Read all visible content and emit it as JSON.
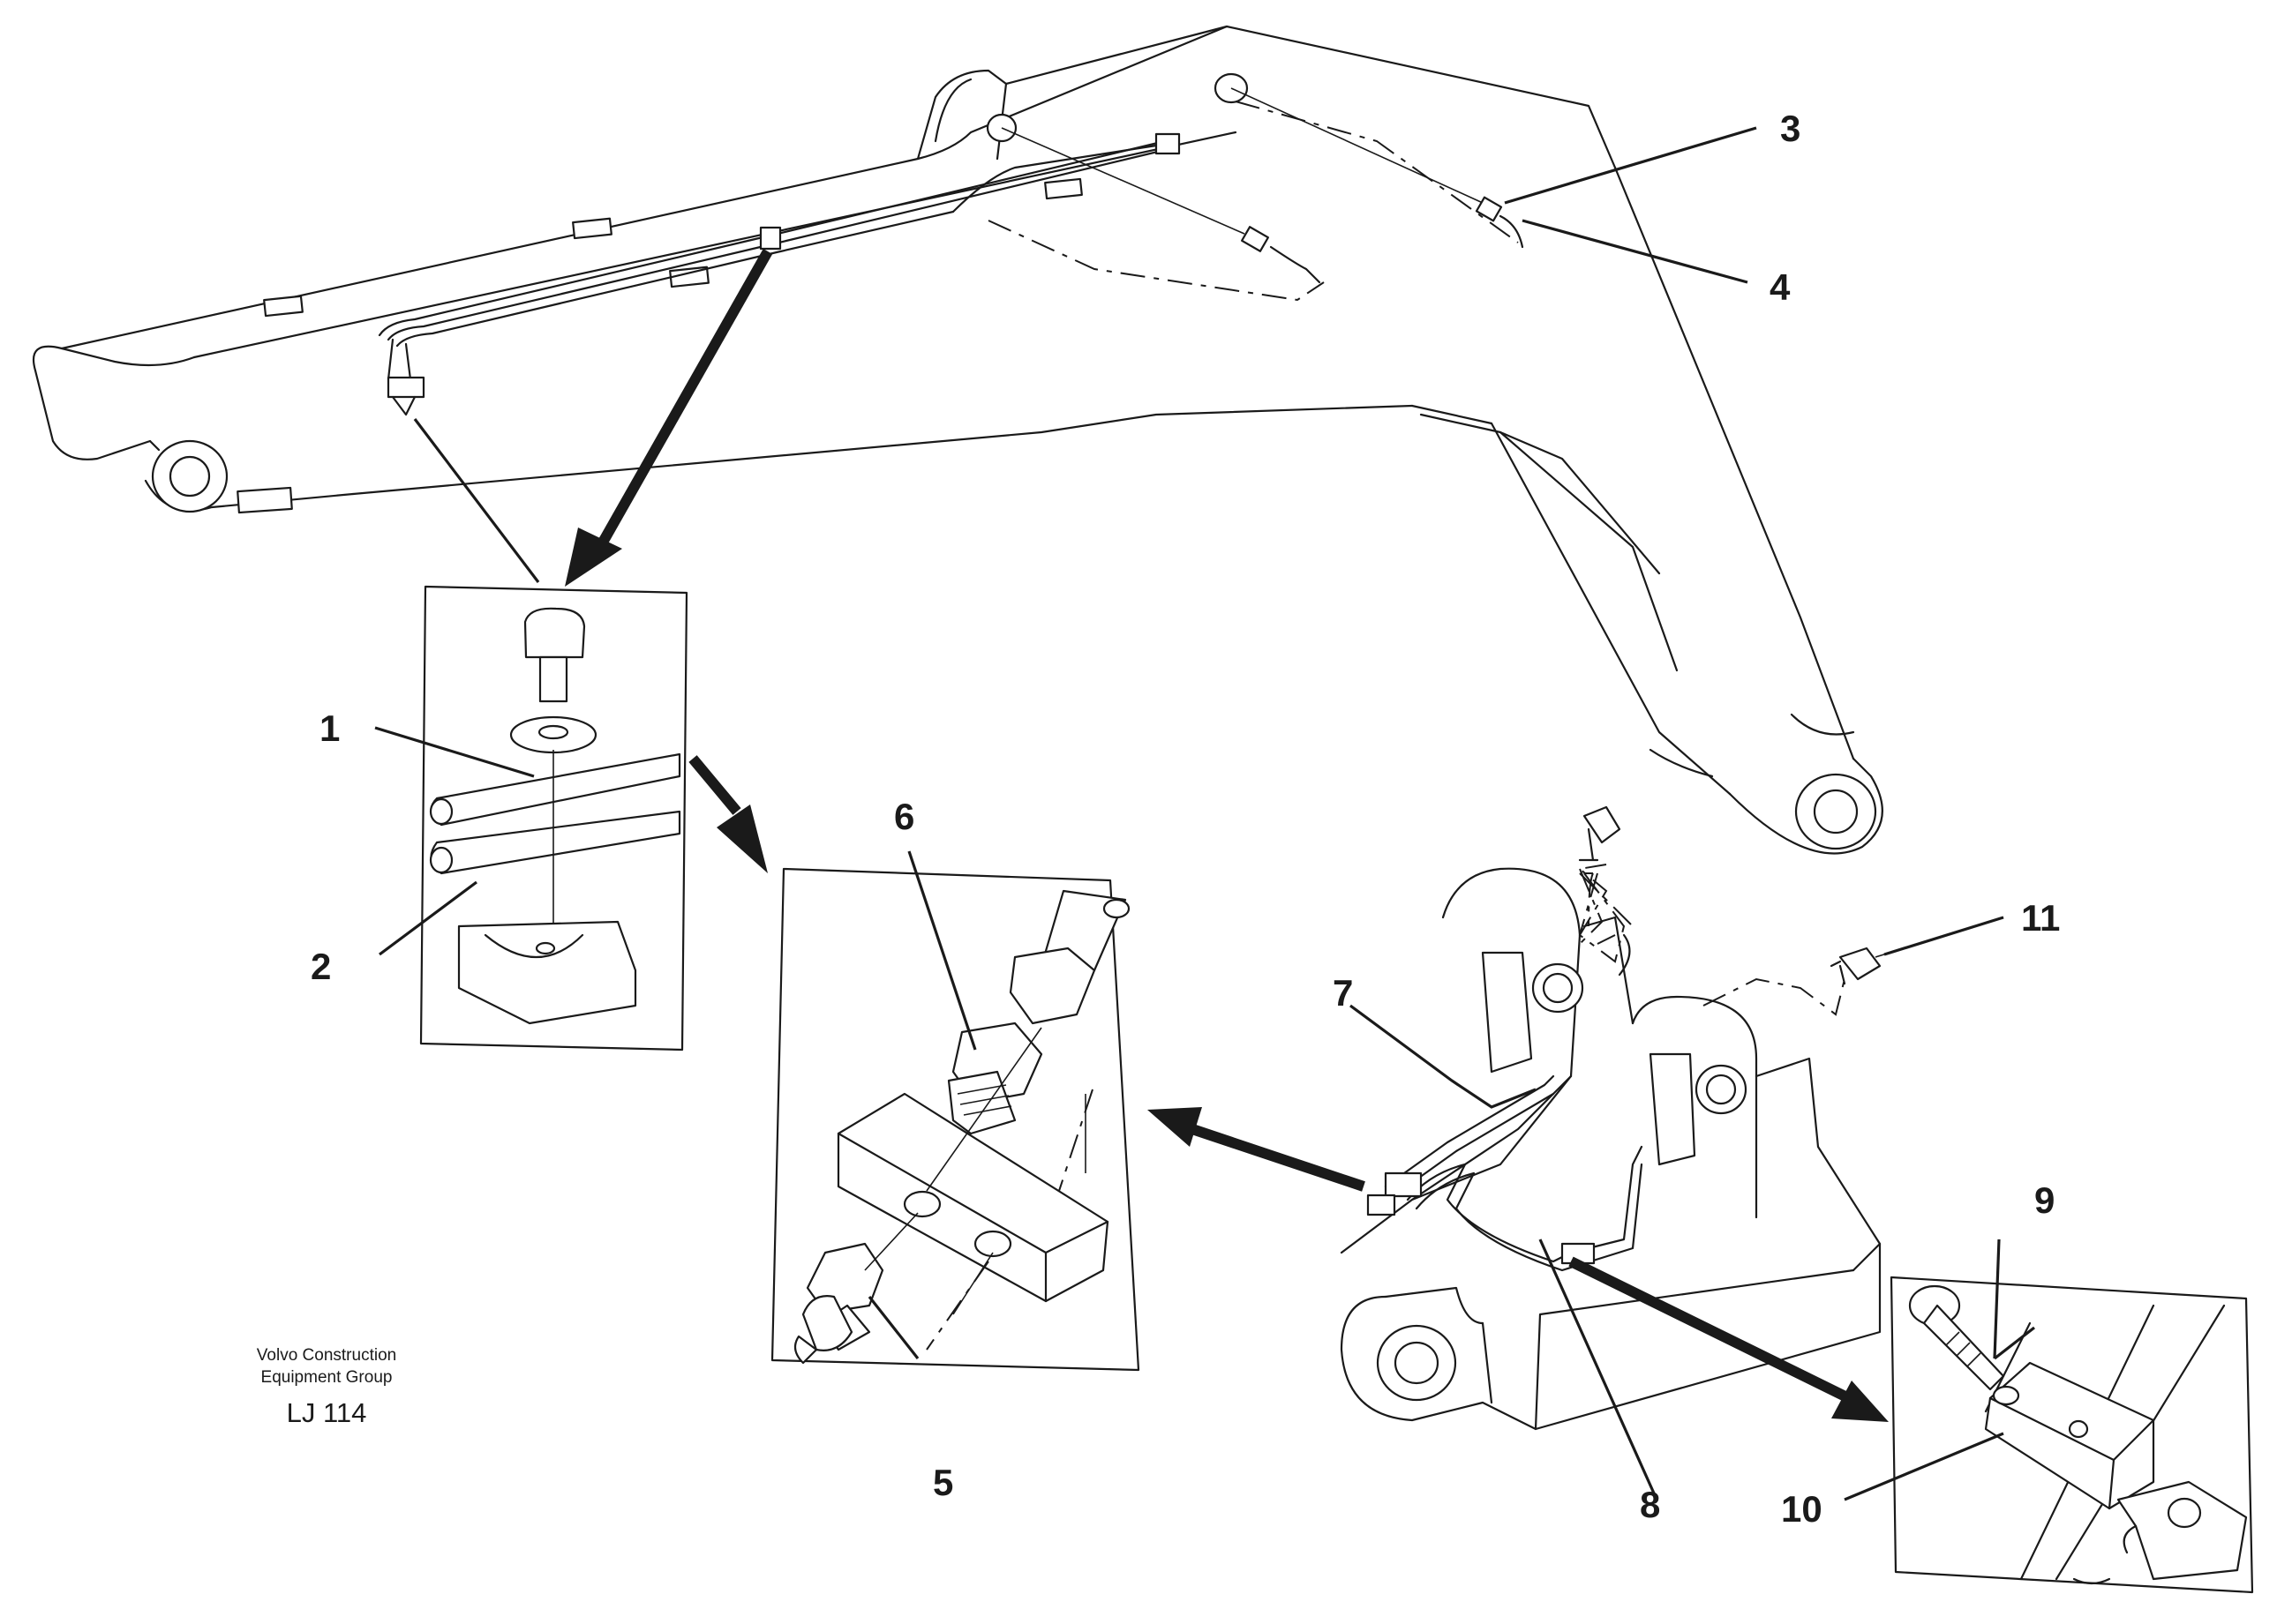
{
  "drawing": {
    "company_line1": "Volvo Construction",
    "company_line2": "Equipment Group",
    "figure_code": "LJ 114"
  },
  "callouts": [
    "1",
    "2",
    "3",
    "4",
    "5",
    "6",
    "7",
    "8",
    "9",
    "10",
    "11"
  ]
}
